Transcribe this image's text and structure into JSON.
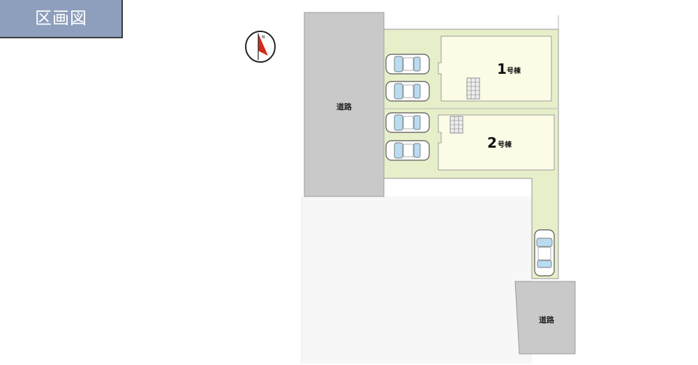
{
  "header": {
    "title": "区画図"
  },
  "compass": {
    "north_label": "N"
  },
  "roads": {
    "west_label": "道路",
    "south_label": "道路"
  },
  "buildings": [
    {
      "number": "1",
      "suffix": "号棟"
    },
    {
      "number": "2",
      "suffix": "号棟"
    }
  ],
  "colors": {
    "lot_fill": "#e6efc9",
    "building_fill": "#fbfbe6",
    "road_fill": "#c9c9c9",
    "badge": "#8d9fbd",
    "compass_arrow": "#d42a1c"
  }
}
